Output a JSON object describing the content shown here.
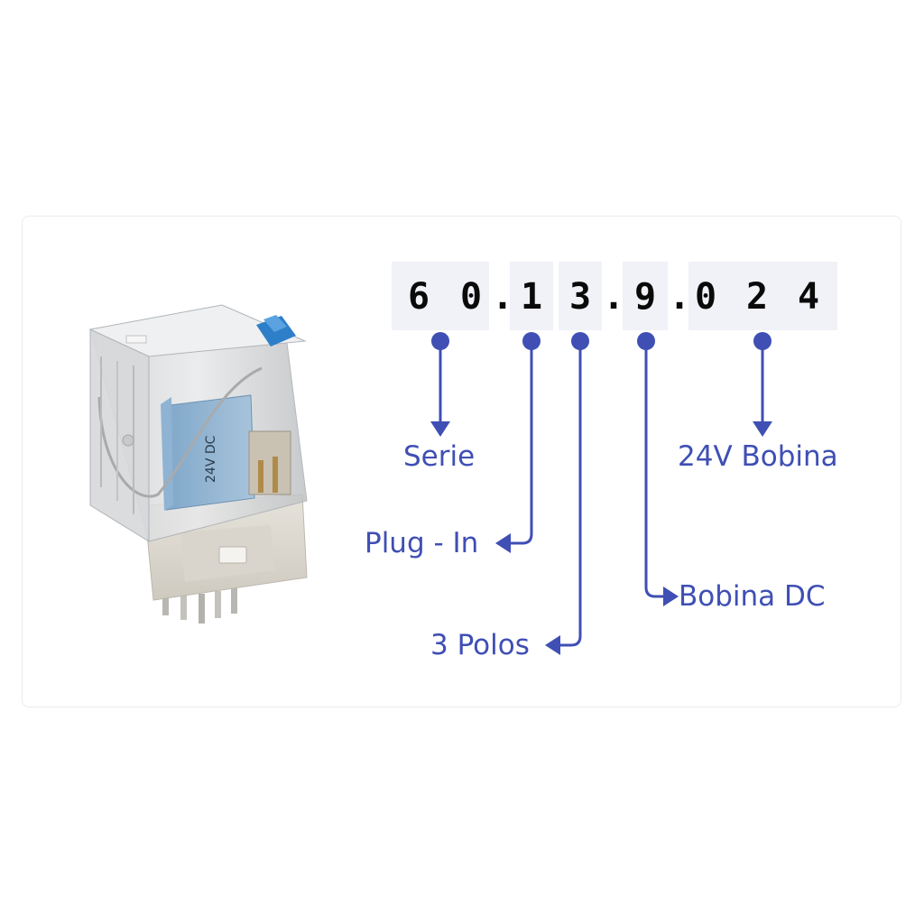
{
  "code": {
    "digits": [
      "6",
      "0",
      "1",
      "3",
      "9",
      "0",
      "2",
      "4"
    ],
    "separator": "."
  },
  "labels": {
    "serie": "Serie",
    "plug_in": "Plug - In",
    "polos": "3 Polos",
    "bobina_dc": "Bobina DC",
    "bobina_24v": "24V Bobina"
  },
  "colors": {
    "accent": "#3f4fb4",
    "digit_background": "#f1f2f8",
    "digit_text": "#0a0a0a"
  },
  "product_image": {
    "subject": "plug-in relay",
    "coil_marking": "24V DC"
  }
}
